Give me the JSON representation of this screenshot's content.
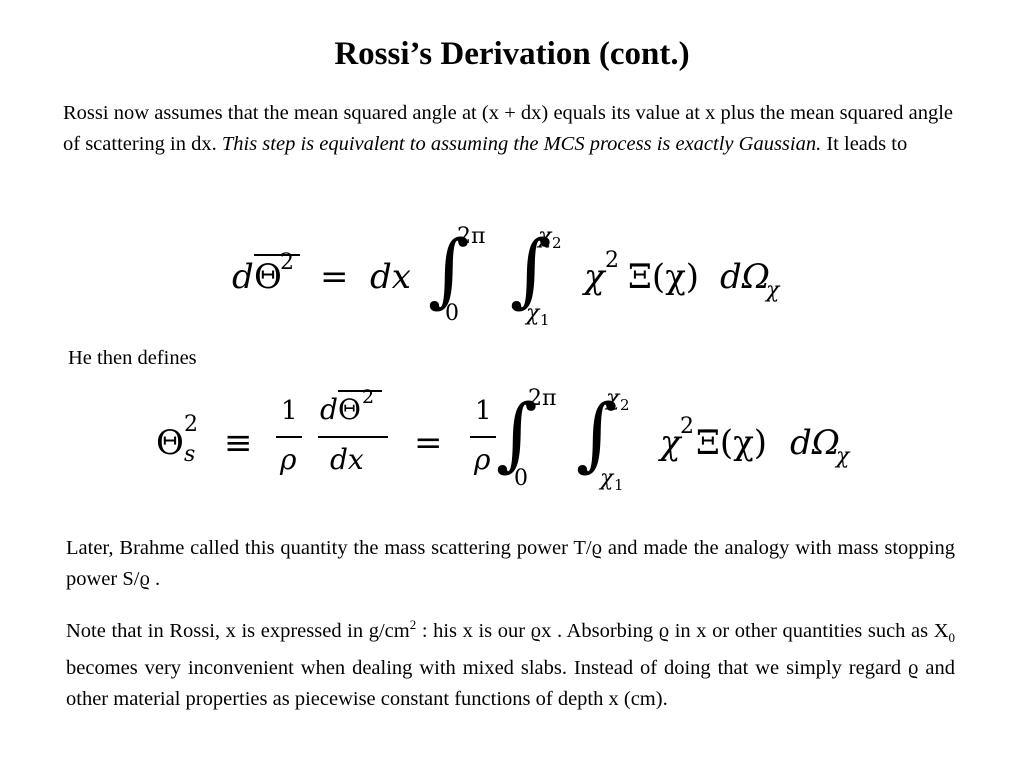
{
  "title": "Rossi’s Derivation (cont.)",
  "para1": {
    "text_a": "Rossi now assumes that the mean squared angle at (x + dx) equals its value at x plus the mean squared angle of  scattering in dx. ",
    "text_italic": "This step is equivalent to assuming the MCS process is exactly Gaussian.",
    "text_b": " It leads to"
  },
  "eq1": {
    "lhs_d": "d",
    "lhs_theta": "Θ",
    "lhs_sup": "2",
    "equals": "=",
    "dx": "dx",
    "int_sym": "∫",
    "int1_upper": "2π",
    "int1_lower": "0",
    "int2_upper": "χ",
    "int2_upper_sub": "2",
    "int2_lower": "χ",
    "int2_lower_sub": "1",
    "chi": "χ",
    "chi_sup": "2",
    "xi_expr": "Ξ(χ)",
    "domega": "dΩ",
    "domega_sub": "χ"
  },
  "para2": "He then defines",
  "eq2": {
    "theta": "Θ",
    "theta_sup": "2",
    "theta_sub": "s",
    "equiv": "≡",
    "one": "1",
    "rho": "ρ",
    "num_d": "d",
    "num_theta": "Θ",
    "num_sup": "2",
    "den": "dx",
    "equals": "=",
    "int_sym": "∫",
    "int1_upper": "2π",
    "int1_lower": "0",
    "int2_upper": "χ",
    "int2_upper_sub": "2",
    "int2_lower": "χ",
    "int2_lower_sub": "1",
    "chi": "χ",
    "chi_sup": "2",
    "xi_expr": "Ξ(χ)",
    "domega": "dΩ",
    "domega_sub": "χ"
  },
  "para3": "Later, Brahme called this quantity the mass scattering power T/ϱ and made the analogy with mass stopping power S/ϱ  .",
  "para4": {
    "text_a": "Note that in Rossi,  x is expressed in g/cm",
    "sup": "2",
    "text_b": " : his x is our ϱx . Absorbing ϱ in x or other quantities such as X",
    "sub": "0",
    "text_c": " becomes very inconvenient when dealing with mixed slabs. Instead of  doing that we simply regard ϱ and other material properties as piecewise constant functions of depth x (cm)."
  }
}
